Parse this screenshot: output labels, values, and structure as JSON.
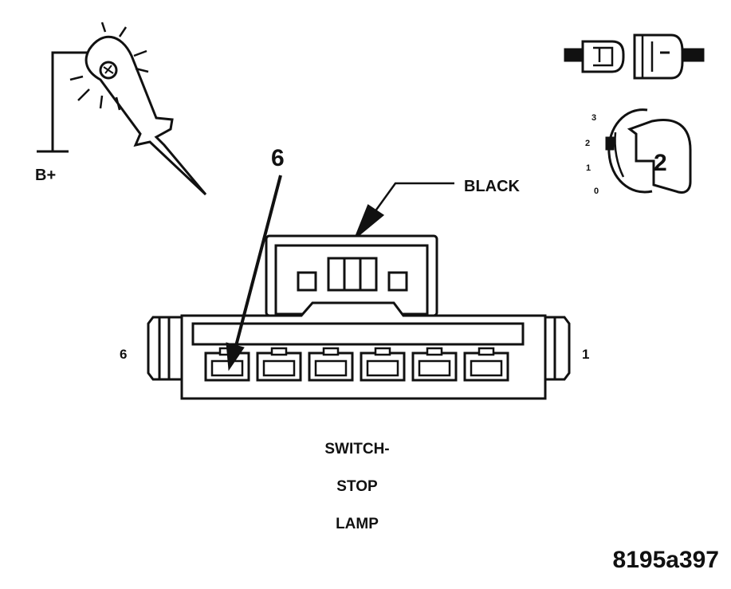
{
  "diagram": {
    "supply_label": "B+",
    "wire_color_label": "BLACK",
    "callout_pin": "6",
    "pin_left_label": "6",
    "pin_right_label": "1",
    "caption_line1": "SWITCH-",
    "caption_line2": "STOP",
    "caption_line3": "LAMP",
    "figure_id": "8195a397",
    "ignition_positions": [
      "3",
      "2",
      "1",
      "0"
    ],
    "ignition_selected": "2",
    "connector_terminal_count": 6
  }
}
